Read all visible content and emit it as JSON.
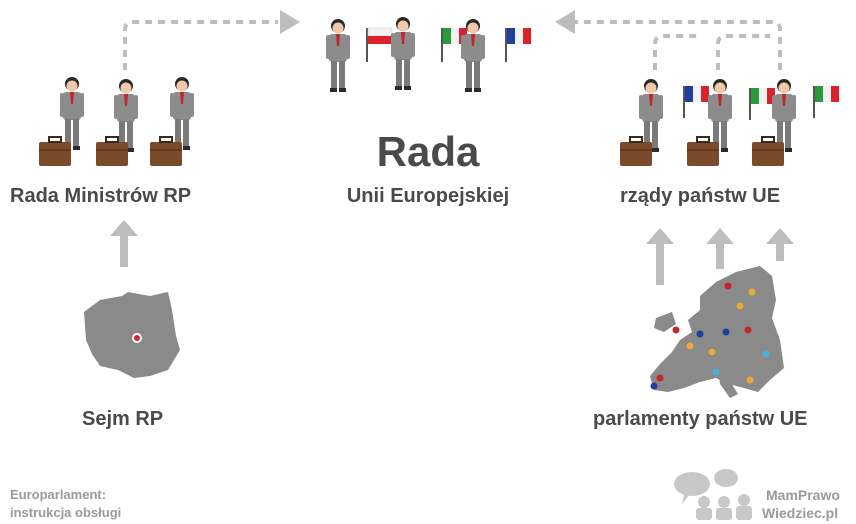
{
  "rada": {
    "title": "Rada",
    "subtitle": "Unii Europejskiej"
  },
  "left": {
    "ministers_label": "Rada Ministrów RP",
    "sejm_label": "Sejm RP"
  },
  "right": {
    "governments_label": "rządy państw UE",
    "parliaments_label": "parlamenty państw UE"
  },
  "footer": {
    "series_line1": "Europarlament:",
    "series_line2": "instrukcja obsługi",
    "brand_line1": "MamPrawo",
    "brand_line2": "Wiedziec.pl"
  },
  "colors": {
    "text": "#4a4a4a",
    "figure_gray": "#8c8c8c",
    "arrow_gray": "#bdbdbd",
    "briefcase": "#7a4a2a",
    "map_gray": "#8a8a8a"
  }
}
